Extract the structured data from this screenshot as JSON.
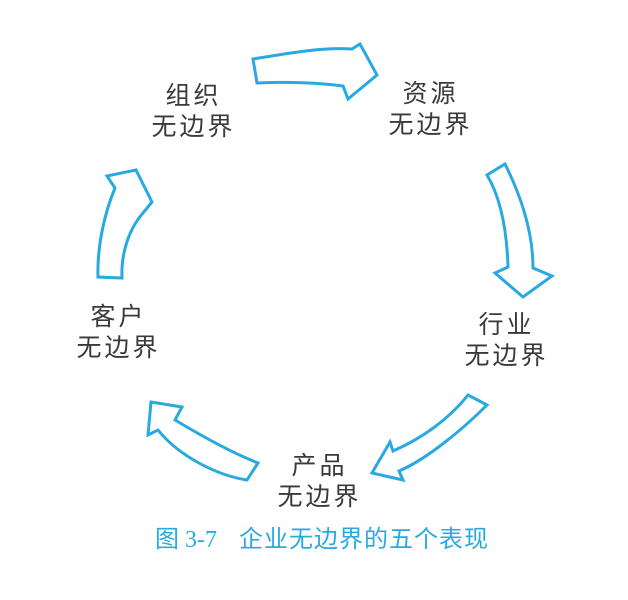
{
  "figure": {
    "nodes": [
      {
        "id": "organization",
        "line1": "组织",
        "line2": "无边界"
      },
      {
        "id": "resource",
        "line1": "资源",
        "line2": "无边界"
      },
      {
        "id": "industry",
        "line1": "行业",
        "line2": "无边界"
      },
      {
        "id": "product",
        "line1": "产品",
        "line2": "无边界"
      },
      {
        "id": "customer",
        "line1": "客户",
        "line2": "无边界"
      }
    ],
    "caption": {
      "figure_label": "图 3-7",
      "title": "企业无边界的五个表现"
    },
    "arrows": [
      {
        "name": "arrow-organization-to-resource"
      },
      {
        "name": "arrow-resource-to-industry"
      },
      {
        "name": "arrow-industry-to-product"
      },
      {
        "name": "arrow-product-to-customer"
      },
      {
        "name": "arrow-customer-to-organization"
      }
    ],
    "colors": {
      "arrow_stroke": "#29a9e2",
      "arrow_fill": "#ffffff",
      "label_text": "#3a3a3a",
      "caption_text": "#29a9e2",
      "background": "#ffffff"
    }
  }
}
